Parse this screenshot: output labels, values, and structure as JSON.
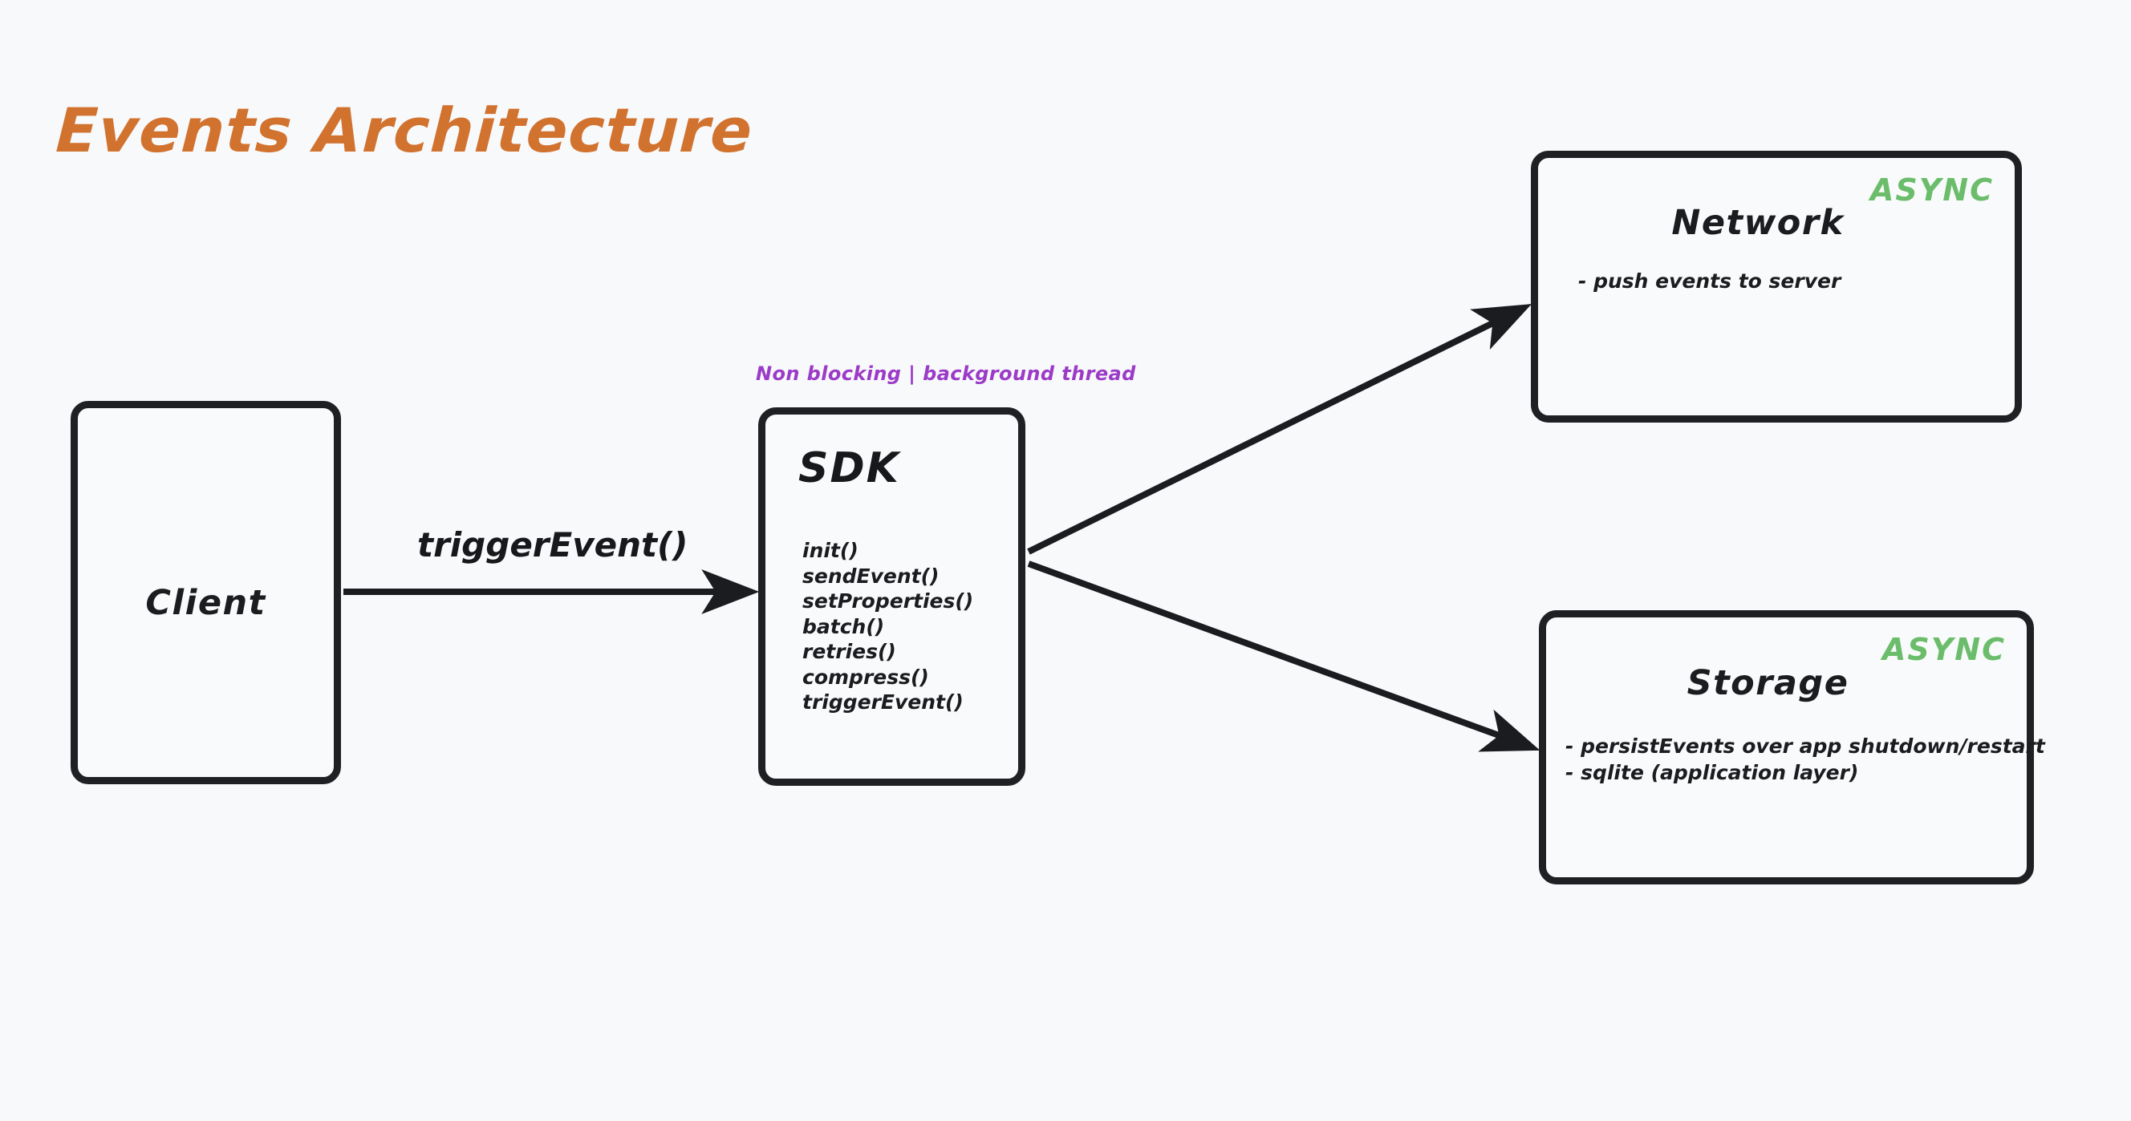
{
  "page": {
    "title": "Events Architecture",
    "title_color": "#d2722f",
    "background_color": "#f7f9fb"
  },
  "nodes": {
    "client": {
      "title": "Client"
    },
    "sdk": {
      "title": "SDK",
      "caption": "Non blocking | background thread",
      "caption_color": "#9c3bc7",
      "methods": [
        "init()",
        "sendEvent()",
        "setProperties()",
        "batch()",
        "retries()",
        "compress()",
        "triggerEvent()"
      ]
    },
    "network": {
      "title": "Network",
      "badge": "ASYNC",
      "badge_color": "#6bbd6b",
      "bullets": [
        "- push events to server"
      ]
    },
    "storage": {
      "title": "Storage",
      "badge": "ASYNC",
      "badge_color": "#6bbd6b",
      "bullets": [
        "- persistEvents over app shutdown/restart",
        "- sqlite (application layer)"
      ]
    }
  },
  "edges": {
    "client_to_sdk": {
      "label": "triggerEvent()"
    },
    "sdk_to_network": {
      "label": ""
    },
    "sdk_to_storage": {
      "label": ""
    }
  }
}
